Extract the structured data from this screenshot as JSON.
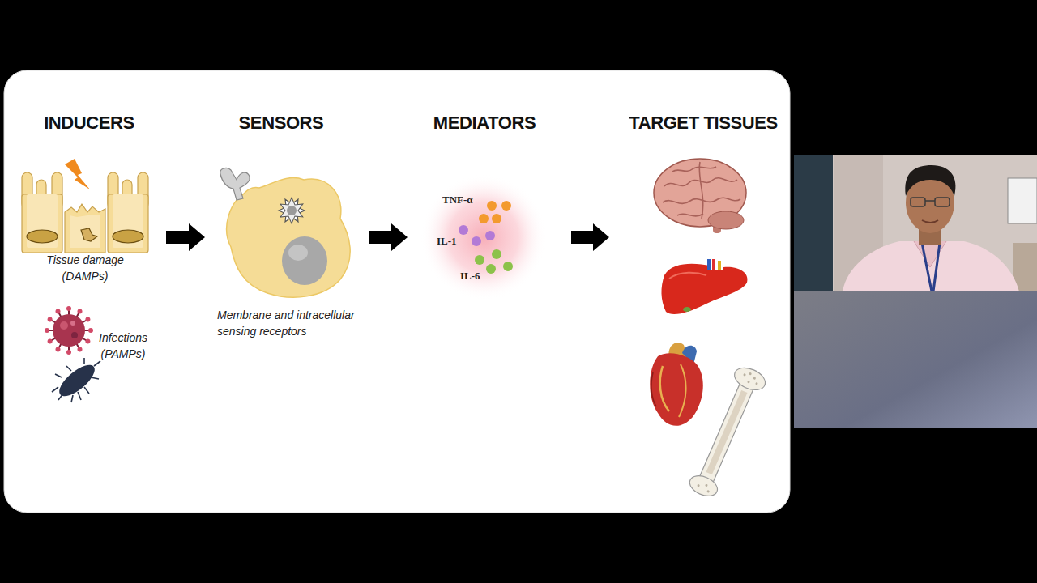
{
  "diagram": {
    "nodes": [
      {
        "text": [
          "INDUCERS",
          "Tissue damage (DAMPs)",
          "Infections (PAMPs)"
        ]
      },
      {
        "text": [
          "SENSORS",
          "Membrane and intracellular sensing receptors"
        ]
      },
      {
        "text": [
          "MEDIATORS",
          "TNF-α",
          "IL-1",
          "IL-6"
        ]
      },
      {
        "text": [
          "TARGET TISSUES"
        ]
      }
    ],
    "edges": [
      {
        "from": 0,
        "to": 1,
        "arrow": "to"
      },
      {
        "from": 1,
        "to": 2,
        "arrow": "to"
      },
      {
        "from": 2,
        "to": 3,
        "arrow": "to"
      }
    ]
  }
}
